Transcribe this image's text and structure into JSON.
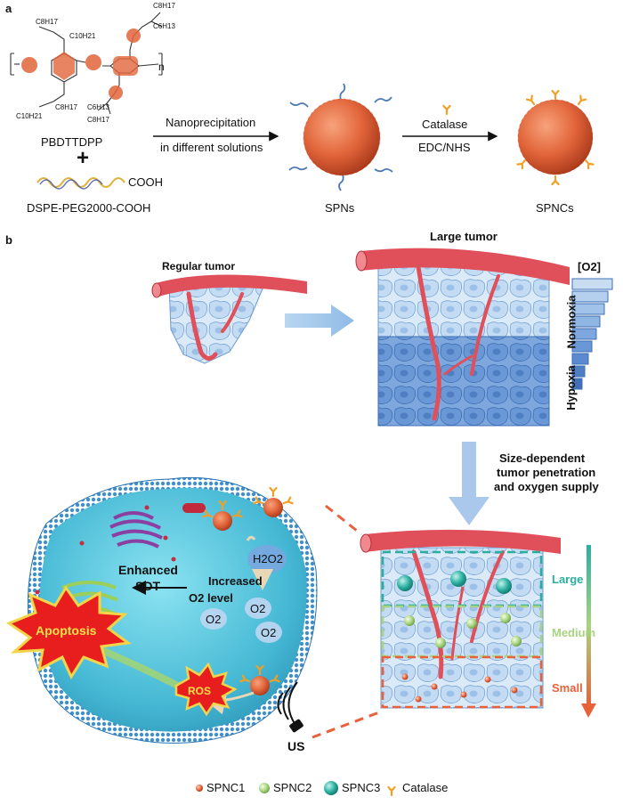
{
  "panel_a": {
    "label": "a",
    "polymer_name": "PBDTTDPP",
    "plus": "+",
    "lipid_name": "DSPE-PEG2000-COOH",
    "cooh": "COOH",
    "step1_line1": "Nanoprecipitation",
    "step1_line2": "in different solutions",
    "step2_line1": "Catalase",
    "step2_line2": "EDC/NHS",
    "spns_label": "SPNs",
    "spncs_label": "SPNCs",
    "subscript_n": "n",
    "chains": [
      "C8H17",
      "C10H21",
      "C8H17",
      "C6H13",
      "C10H21",
      "C8H17",
      "C6H13",
      "C8H17"
    ]
  },
  "panel_b": {
    "label": "b",
    "regular_tumor": "Regular tumor",
    "large_tumor": "Large tumor",
    "o2_title": "[O2]",
    "normoxia": "Normoxia",
    "hypoxia": "Hypoxia",
    "size_dep_1": "Size-dependent",
    "size_dep_2": "tumor penetration",
    "size_dep_3": "and oxygen supply",
    "zone_large": "Large",
    "zone_medium": "Medium",
    "zone_small": "Small",
    "h2o2": "H2O2",
    "increased_1": "Increased",
    "increased_2": "O2 level",
    "o2": "O2",
    "enhanced_1": "Enhanced",
    "enhanced_2": "SDT",
    "apoptosis": "Apoptosis",
    "ros": "ROS",
    "us": "US"
  },
  "legend": {
    "spnc1": "SPNC1",
    "spnc2": "SPNC2",
    "spnc3": "SPNC3",
    "catalase": "Catalase"
  },
  "colors": {
    "sphere": "#e2653a",
    "vessel": "#e0505a",
    "cell_light": "#cfe3f6",
    "cell_dark": "#5b8fd2",
    "teal": "#2aaf9f",
    "green": "#a8d37f",
    "orange": "#e8613a",
    "cell_body": "#45b8d4",
    "catalase": "#f1a025"
  }
}
